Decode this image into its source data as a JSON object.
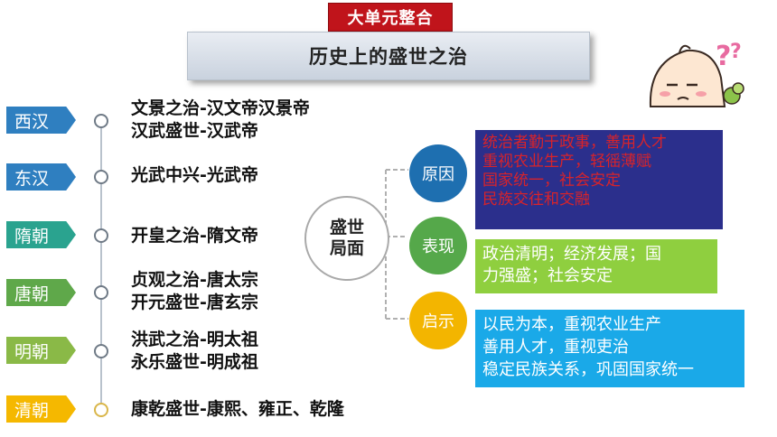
{
  "header": {
    "unit_tag": "大单元整合",
    "title": "历史上的盛世之治"
  },
  "timeline": [
    {
      "dynasty": "西汉",
      "color": "#2f7fc0",
      "lines": [
        "文景之治-汉文帝汉景帝",
        "汉武盛世-汉武帝"
      ]
    },
    {
      "dynasty": "东汉",
      "color": "#2f7fc0",
      "lines": [
        "光武中兴-光武帝"
      ]
    },
    {
      "dynasty": "隋朝",
      "color": "#2aa38f",
      "lines": [
        "开皇之治-隋文帝"
      ]
    },
    {
      "dynasty": "唐朝",
      "color": "#5fa84a",
      "lines": [
        "贞观之治-唐太宗",
        "开元盛世-唐玄宗"
      ]
    },
    {
      "dynasty": "明朝",
      "color": "#8ab947",
      "lines": [
        "洪武之治-明太祖",
        "永乐盛世-明成祖"
      ]
    },
    {
      "dynasty": "清朝",
      "color": "#f5b800",
      "lines": [
        "康乾盛世-康熙、雍正、乾隆"
      ]
    }
  ],
  "center": {
    "label_line1": "盛世",
    "label_line2": "局面"
  },
  "branches": [
    {
      "label": "原因",
      "color": "#1e6fb0",
      "box_bg": "#2b2f8c",
      "text_color": "#d8232a",
      "lines": [
        "统治者勤于政事，善用人才",
        "重视农业生产，轻徭薄赋",
        "国家统一，社会安定",
        "民族交往和交融"
      ]
    },
    {
      "label": "表现",
      "color": "#55a84a",
      "box_bg": "#8fcf3f",
      "text_color": "#ffffff",
      "lines": [
        "政治清明；经济发展；国",
        "力强盛；社会安定"
      ]
    },
    {
      "label": "启示",
      "color": "#f3b500",
      "box_bg": "#1aa9e8",
      "text_color": "#ffffff",
      "lines": [
        "以民为本，重视农业生产",
        "善用人才，重视吏治",
        "稳定民族关系，巩固国家统一"
      ]
    }
  ]
}
